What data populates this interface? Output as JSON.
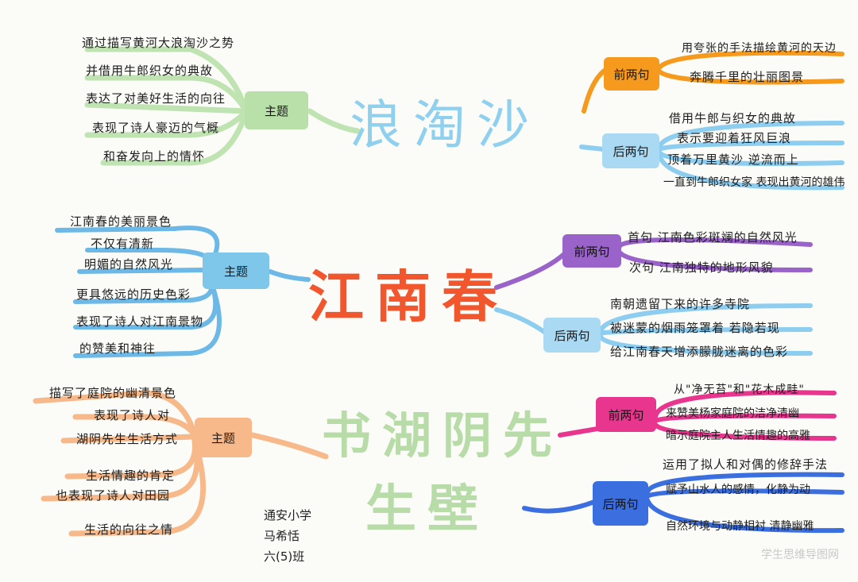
{
  "map1": {
    "title": "浪淘沙",
    "theme_label": "主题",
    "theme_items": [
      "通过描写黄河大浪淘沙之势",
      "并借用牛郎织女的典故",
      "表达了对美好生活的向往",
      "表现了诗人豪迈的气概",
      "和奋发向上的情怀"
    ],
    "front_label": "前两句",
    "front_items": [
      "用夸张的手法描绘黄河的天边",
      "奔腾千里的壮丽图景"
    ],
    "back_label": "后两句",
    "back_items": [
      "借用牛郎与织女的典故",
      "表示要迎着狂风巨浪",
      "顶着万里黄沙 逆流而上",
      "一直到牛郎织女家 表现出黄河的雄伟"
    ]
  },
  "map2": {
    "title": "江南春",
    "theme_label": "主题",
    "theme_items": [
      "江南春的美丽景色",
      "不仅有清新",
      "明媚的自然风光",
      "更具悠远的历史色彩",
      "表现了诗人对江南景物",
      "的赞美和神往"
    ],
    "front_label": "前两句",
    "front_items": [
      "首句 江南色彩斑斓的自然风光",
      "次句 江南独特的地形风貌"
    ],
    "back_label": "后两句",
    "back_items": [
      "南朝遗留下来的许多寺院",
      "被迷蒙的烟雨笼罩着 若隐若现",
      "给江南春天增添朦胧迷离的色彩"
    ]
  },
  "map3": {
    "title_line1": "书湖阴先",
    "title_line2": "生壁",
    "theme_label": "主题",
    "theme_items": [
      "描写了庭院的幽清景色",
      "表现了诗人对",
      "湖阴先生生活方式",
      "生活情趣的肯定",
      "也表现了诗人对田园",
      "生活的向往之情"
    ],
    "front_label": "前两句",
    "front_items": [
      "从\"净无苔\"和\"花木成畦\"",
      "来赞美杨家庭院的洁净清幽",
      "暗示庭院主人生活情趣的高雅"
    ],
    "back_label": "后两句",
    "back_items": [
      "运用了拟人和对偶的修辞手法",
      "赋予山水人的感情，化静为动",
      "自然环境与动静相衬 清静幽雅"
    ]
  },
  "signature": [
    "通安小学",
    "马希恬",
    "六(5)班"
  ],
  "watermark": "学生思维导图网",
  "colors": {
    "green": "#a8d99a",
    "blue": "#7ec6ea",
    "orange": "#f59a1c",
    "purple": "#9a63c9",
    "sky": "#8dcdf0",
    "pink": "#e8368f",
    "royal": "#3b6fe0",
    "peach": "#f7b98a",
    "red_title": "#f2562d"
  }
}
